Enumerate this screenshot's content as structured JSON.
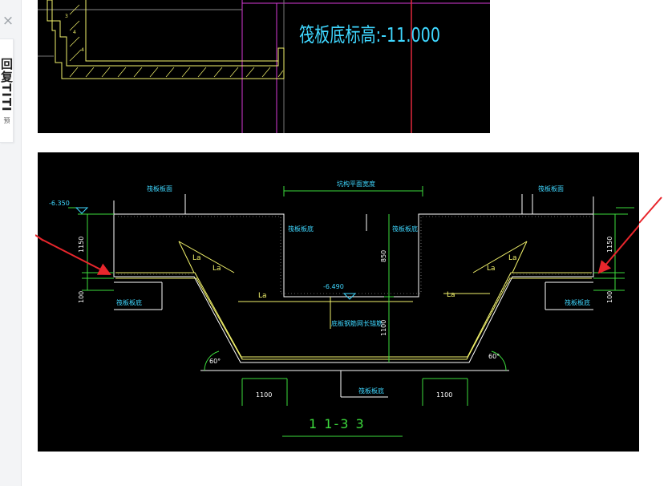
{
  "sidebar": {
    "close_symbol": "×",
    "tab_label": "回复TITI",
    "tab_sub": "预"
  },
  "top_image": {
    "elevation_label": "筏板底标高:-11.000",
    "dim_marks": [
      "3",
      "4",
      "4"
    ]
  },
  "bottom_image": {
    "caption": "1 1-3 3",
    "labels": {
      "raft_top_left": "筏板板面",
      "raft_top_right": "筏板板面",
      "raft_bottom_left": "筏板板底",
      "raft_bottom_right": "筏板板底",
      "pit_width": "坑构平面宽度",
      "left_elev": "-6.350",
      "inner_elev": "-6.490",
      "bottom_note_left": "筏板板底",
      "bottom_note_right": "筏板板底",
      "pit_mid_note": "底板钢筋网长锚筋",
      "pit_bottom_note": "筏板板底",
      "la": "La",
      "dim_1100_left": "1100",
      "dim_1100_right": "1100",
      "dim_left_h": "1150",
      "dim_right_h": "1150",
      "dim_mid_top": "850",
      "dim_mid_bottom": "1100",
      "dim_100_left": "100",
      "dim_100_right": "100",
      "dim_60_left": "60°",
      "dim_60_right": "60°"
    }
  },
  "colors": {
    "cad_bg": "#000000",
    "cyan": "#3fd7ff",
    "green": "#3ddc3d",
    "yellow": "#f2f26b",
    "white": "#ffffff",
    "magenta": "#d63ad6",
    "red_axis": "#e0283c",
    "arrow_red": "#e8262c"
  }
}
